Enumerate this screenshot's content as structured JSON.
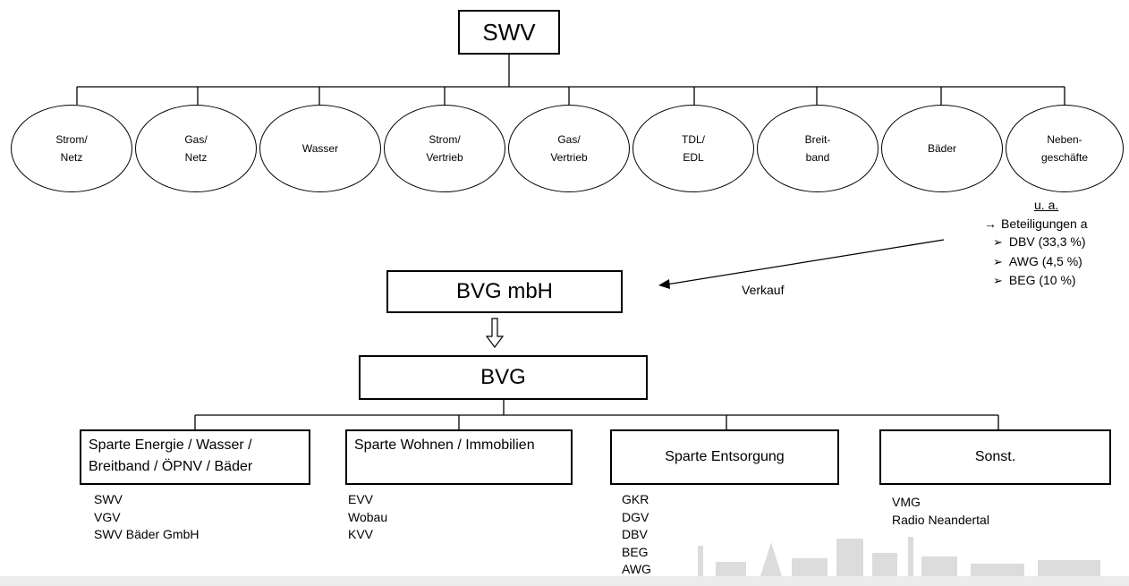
{
  "top": {
    "label": "SWV"
  },
  "divisions": [
    {
      "label": "Strom/\nNetz"
    },
    {
      "label": "Gas/\nNetz"
    },
    {
      "label": "Wasser"
    },
    {
      "label": "Strom/\nVertrieb"
    },
    {
      "label": "Gas/\nVertrieb"
    },
    {
      "label": "TDL/\nEDL"
    },
    {
      "label": "Breit-\nband"
    },
    {
      "label": "Bäder"
    },
    {
      "label": "Neben-\ngeschäfte"
    }
  ],
  "side_note": {
    "heading": "u. a.",
    "arrow_item": "Beteiligungen a",
    "items": [
      "DBV (33,3 %)",
      "AWG (4,5 %)",
      "BEG (10 %)"
    ]
  },
  "sale_label": "Verkauf",
  "bvg_mbh": {
    "label": "BVG mbH"
  },
  "bvg": {
    "label": "BVG"
  },
  "sparten": [
    {
      "label": "Sparte Energie / Wasser / Breitband / ÖPNV / Bäder",
      "items": [
        "SWV",
        "VGV",
        "SWV Bäder GmbH"
      ]
    },
    {
      "label": "Sparte Wohnen / Immobilien",
      "items": [
        "EVV",
        "Wobau",
        "KVV"
      ]
    },
    {
      "label": "Sparte Entsorgung",
      "items": [
        "GKR",
        "DGV",
        "DBV",
        "BEG",
        "AWG"
      ]
    },
    {
      "label": "Sonst.",
      "items": [
        "VMG",
        "Radio Neandertal"
      ]
    }
  ],
  "colors": {
    "line": "#000000",
    "skyline": "#dcdcdc",
    "footer_band": "#ececec"
  }
}
